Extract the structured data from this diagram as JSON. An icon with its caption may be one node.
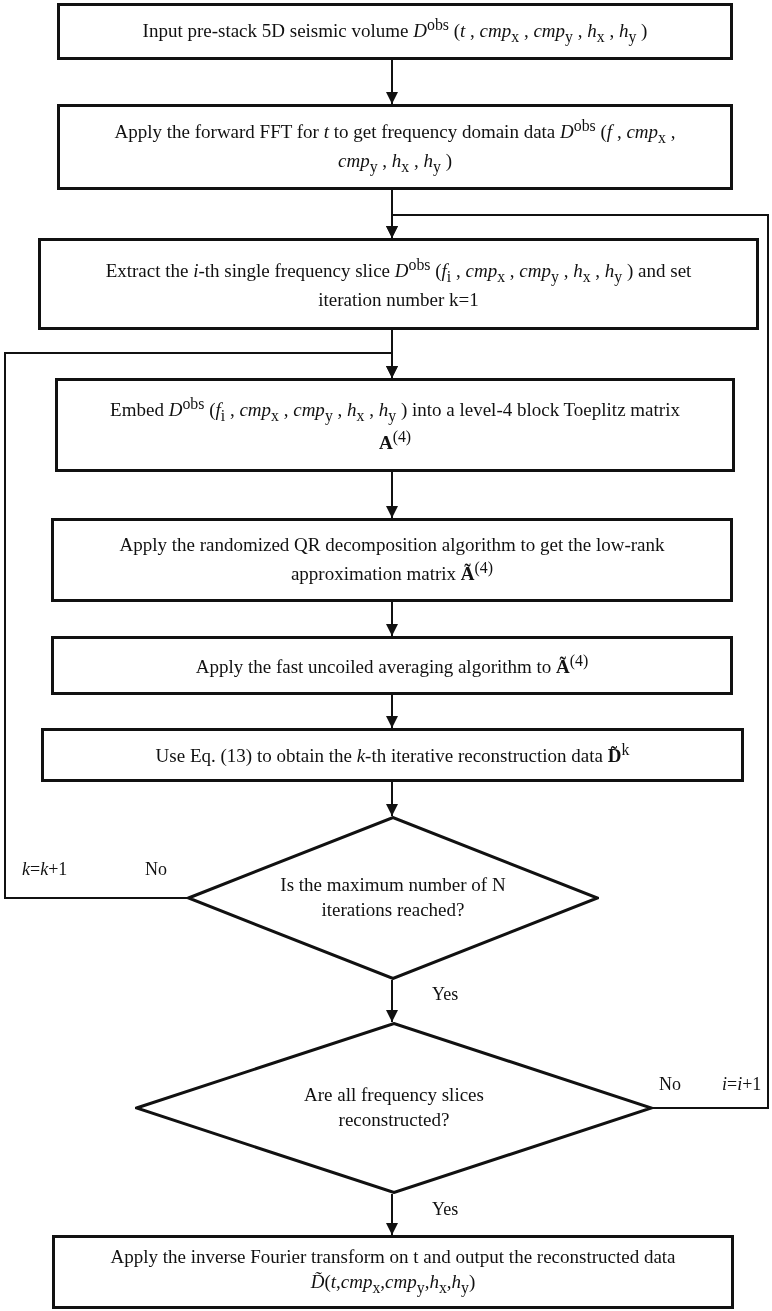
{
  "diagram": {
    "nodes": [
      {
        "text": [
          "Input pre-stack 5D seismic volume *D*$^{obs}$ (*t* , *cmp*$_{x}$ , *cmp*$_{y}$ , *h*$_{x}$ , *h*$_{y}$ )"
        ]
      },
      {
        "text": [
          "Apply the forward FFT for *t* to get frequency domain data *D*$^{obs}$ (*f* , *cmp*$_{x}$ , *cmp*$_{y}$ , *h*$_{x}$ , *h*$_{y}$ )"
        ]
      },
      {
        "text": [
          "Extract the *i*-th single frequency slice *D*$^{obs}$ (*f*$_{i}$ , *cmp*$_{x}$ , *cmp*$_{y}$ , *h*$_{x}$ , *h*$_{y}$ ) and set iteration number k=1"
        ]
      },
      {
        "text": [
          "Embed *D*$^{obs}$ (*f*$_{i}$ , *cmp*$_{x}$ , *cmp*$_{y}$ , *h*$_{x}$ , *h*$_{y}$ ) into a level-4 block Toeplitz matrix **A**$^{(4)}$"
        ]
      },
      {
        "text": [
          "Apply the randomized QR decomposition algorithm to get the low-rank approximation matrix **Ã**$^{(4)}$"
        ]
      },
      {
        "text": [
          "Apply the fast uncoiled averaging algorithm to **Ã**$^{(4)}$"
        ]
      },
      {
        "text": [
          "Use Eq. (13) to obtain the *k*-th iterative reconstruction data **D̃**$^{k}$"
        ]
      },
      {
        "text": [
          "Is the maximum number of N iterations reached?"
        ]
      },
      {
        "text": [
          "Are all frequency slices reconstructed?"
        ]
      },
      {
        "text": [
          "Apply the inverse Fourier transform on t and output the reconstructed data *D̃*(*t*,*cmp*$_{x}$,*cmp*$_{y}$,*h*$_{x}$,*h*$_{y}$)"
        ]
      }
    ],
    "edges": [
      {
        "from": 0,
        "to": 1,
        "arrow": "to"
      },
      {
        "from": 1,
        "to": 2,
        "arrow": "to"
      },
      {
        "from": 2,
        "to": 3,
        "arrow": "to"
      },
      {
        "from": 3,
        "to": 4,
        "arrow": "to"
      },
      {
        "from": 4,
        "to": 5,
        "arrow": "to"
      },
      {
        "from": 5,
        "to": 6,
        "arrow": "to"
      },
      {
        "from": 6,
        "to": 7,
        "arrow": "to"
      },
      {
        "from": 7,
        "to": 8,
        "arrow": "to",
        "label": "Yes"
      },
      {
        "from": 8,
        "to": 9,
        "arrow": "to",
        "label": "Yes"
      },
      {
        "from": 7,
        "to": 3,
        "arrow": "to",
        "label": "No"
      },
      {
        "from": 8,
        "to": 2,
        "arrow": "to",
        "label": "No"
      }
    ],
    "labels": [
      "*k*=*k*+1",
      "*i*=*i*+1"
    ]
  }
}
